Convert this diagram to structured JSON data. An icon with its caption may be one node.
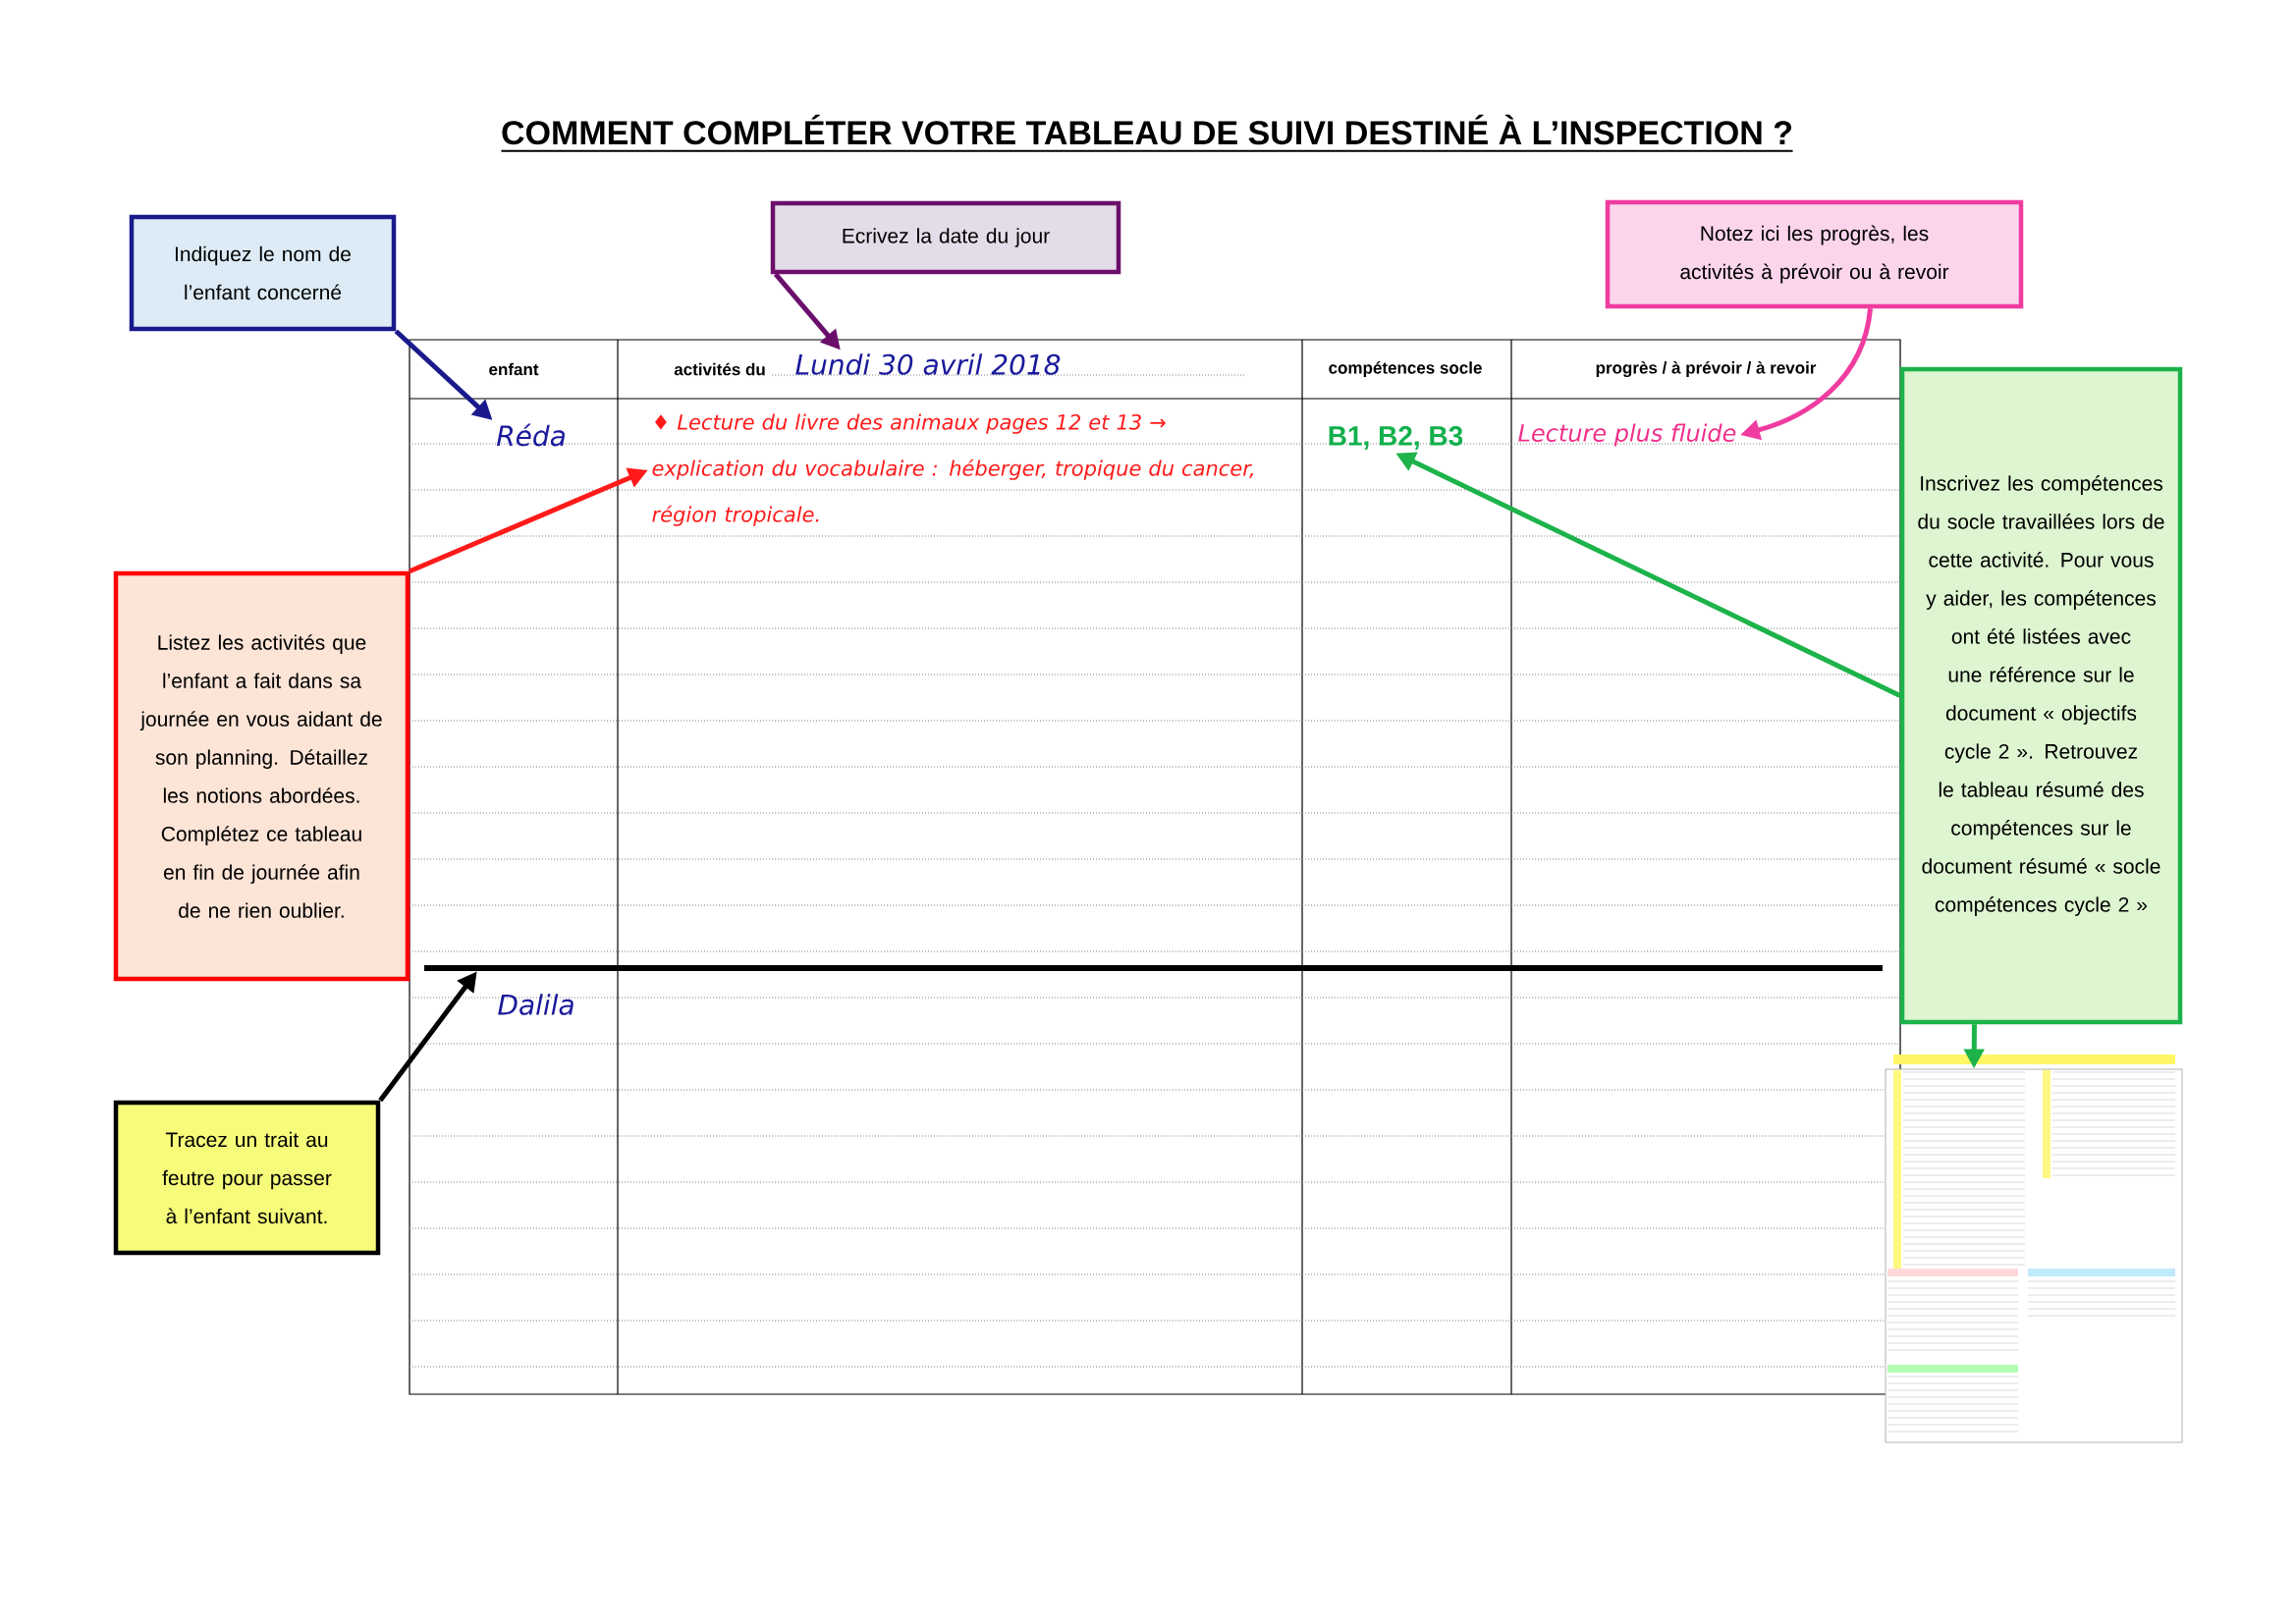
{
  "diagram": {
    "title": "COMMENT COMPLÉTER VOTRE TABLEAU DE SUIVI DESTINÉ À L’INSPECTION ?",
    "nodes": [
      {
        "text": [
          "Indiquez le nom de l’enfant concerné"
        ]
      },
      {
        "text": [
          "Ecrivez la date du jour"
        ]
      },
      {
        "text": [
          "Notez ici les progrès, les activités à prévoir ou à revoir"
        ]
      },
      {
        "text": [
          "Listez les activités que l’enfant a fait dans sa journée en vous aidant de son planning. Détaillez les notions abordées. Complétez ce tableau en fin de journée afin de ne rien oublier."
        ]
      },
      {
        "text": [
          "Inscrivez les compétences du socle travaillées lors de cette activité. Pour vous y aider, les compétences ont été listées avec une référence sur le document « objectifs cycle 2 ». Retrouvez le tableau résumé des compétences sur le document résumé « socle compétences cycle 2 »"
        ]
      },
      {
        "text": [
          "Tracez un trait au feutre pour passer à l’enfant suivant."
        ]
      },
      {
        "text": [],
        "shape": "picture"
      },
      {
        "text": [],
        "shape": "bar"
      },
      {
        "text": [
          "Réda"
        ]
      },
      {
        "text": [
          "Lundi 30 avril 2018"
        ]
      },
      {
        "text": [
          "♦ Lecture du livre des animaux pages 12 et 13 → explication du vocabulaire : héberger, tropique du cancer, région tropicale."
        ]
      },
      {
        "text": [
          "B1, B2, B3"
        ]
      },
      {
        "text": [
          "Lecture plus fluide"
        ]
      }
    ],
    "edges": [
      {
        "from": 0,
        "to": 8,
        "arrow": "to",
        "color": "#1a1a8c"
      },
      {
        "from": 1,
        "to": 9,
        "arrow": "to",
        "color": "#6b0f6b"
      },
      {
        "from": 2,
        "to": 12,
        "arrow": "to",
        "color": "#f03ca0"
      },
      {
        "from": 3,
        "to": 10,
        "arrow": "to",
        "color": "#ff1a1a"
      },
      {
        "from": 4,
        "to": 11,
        "arrow": "to",
        "color": "#1db34a"
      },
      {
        "from": 4,
        "to": 6,
        "arrow": "to",
        "color": "#1db34a"
      },
      {
        "from": 5,
        "to": 7,
        "arrow": "to",
        "color": "#000000"
      }
    ],
    "labels": [
      "enfant",
      "activités du",
      "compétences socle",
      "progrès / à prévoir / à revoir",
      "Dalila"
    ]
  }
}
